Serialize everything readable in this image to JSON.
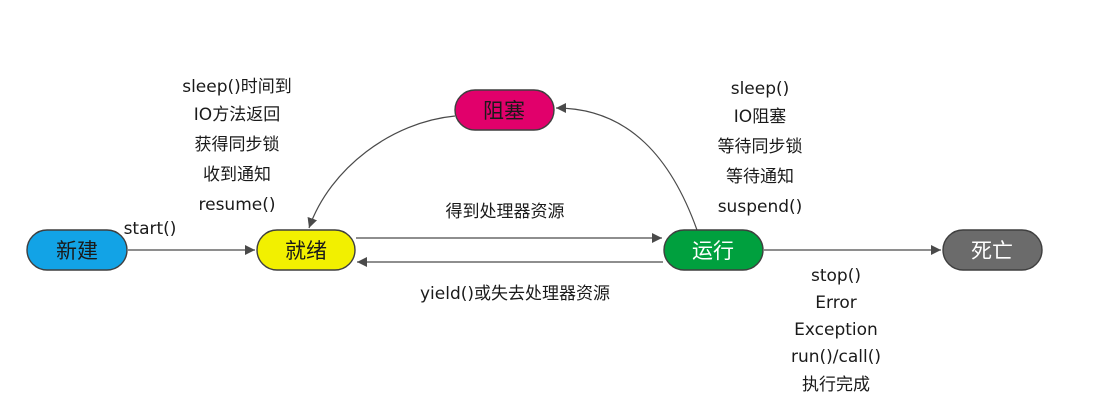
{
  "nodes": {
    "new": {
      "label": "新建",
      "color": "#12a3e6",
      "text_color": "#1a1a1a"
    },
    "ready": {
      "label": "就绪",
      "color": "#f2f000",
      "text_color": "#1a1a1a"
    },
    "blocked": {
      "label": "阻塞",
      "color": "#e1006b",
      "text_color": "#1a1a1a"
    },
    "running": {
      "label": "运行",
      "color": "#00a03e",
      "text_color": "#ffffff"
    },
    "dead": {
      "label": "死亡",
      "color": "#6b6b6b",
      "text_color": "#ffffff"
    }
  },
  "edges": {
    "new_to_ready": "start()",
    "ready_to_running": "得到处理器资源",
    "running_to_ready": "yield()或失去处理器资源"
  },
  "blocked_to_ready_reasons": [
    "sleep()时间到",
    "IO方法返回",
    "获得同步锁",
    "收到通知",
    "resume()"
  ],
  "running_to_blocked_reasons": [
    "sleep()",
    "IO阻塞",
    "等待同步锁",
    "等待通知",
    "suspend()"
  ],
  "running_to_dead_reasons": [
    "stop()",
    "Error",
    "Exception",
    "run()/call()",
    "执行完成"
  ]
}
